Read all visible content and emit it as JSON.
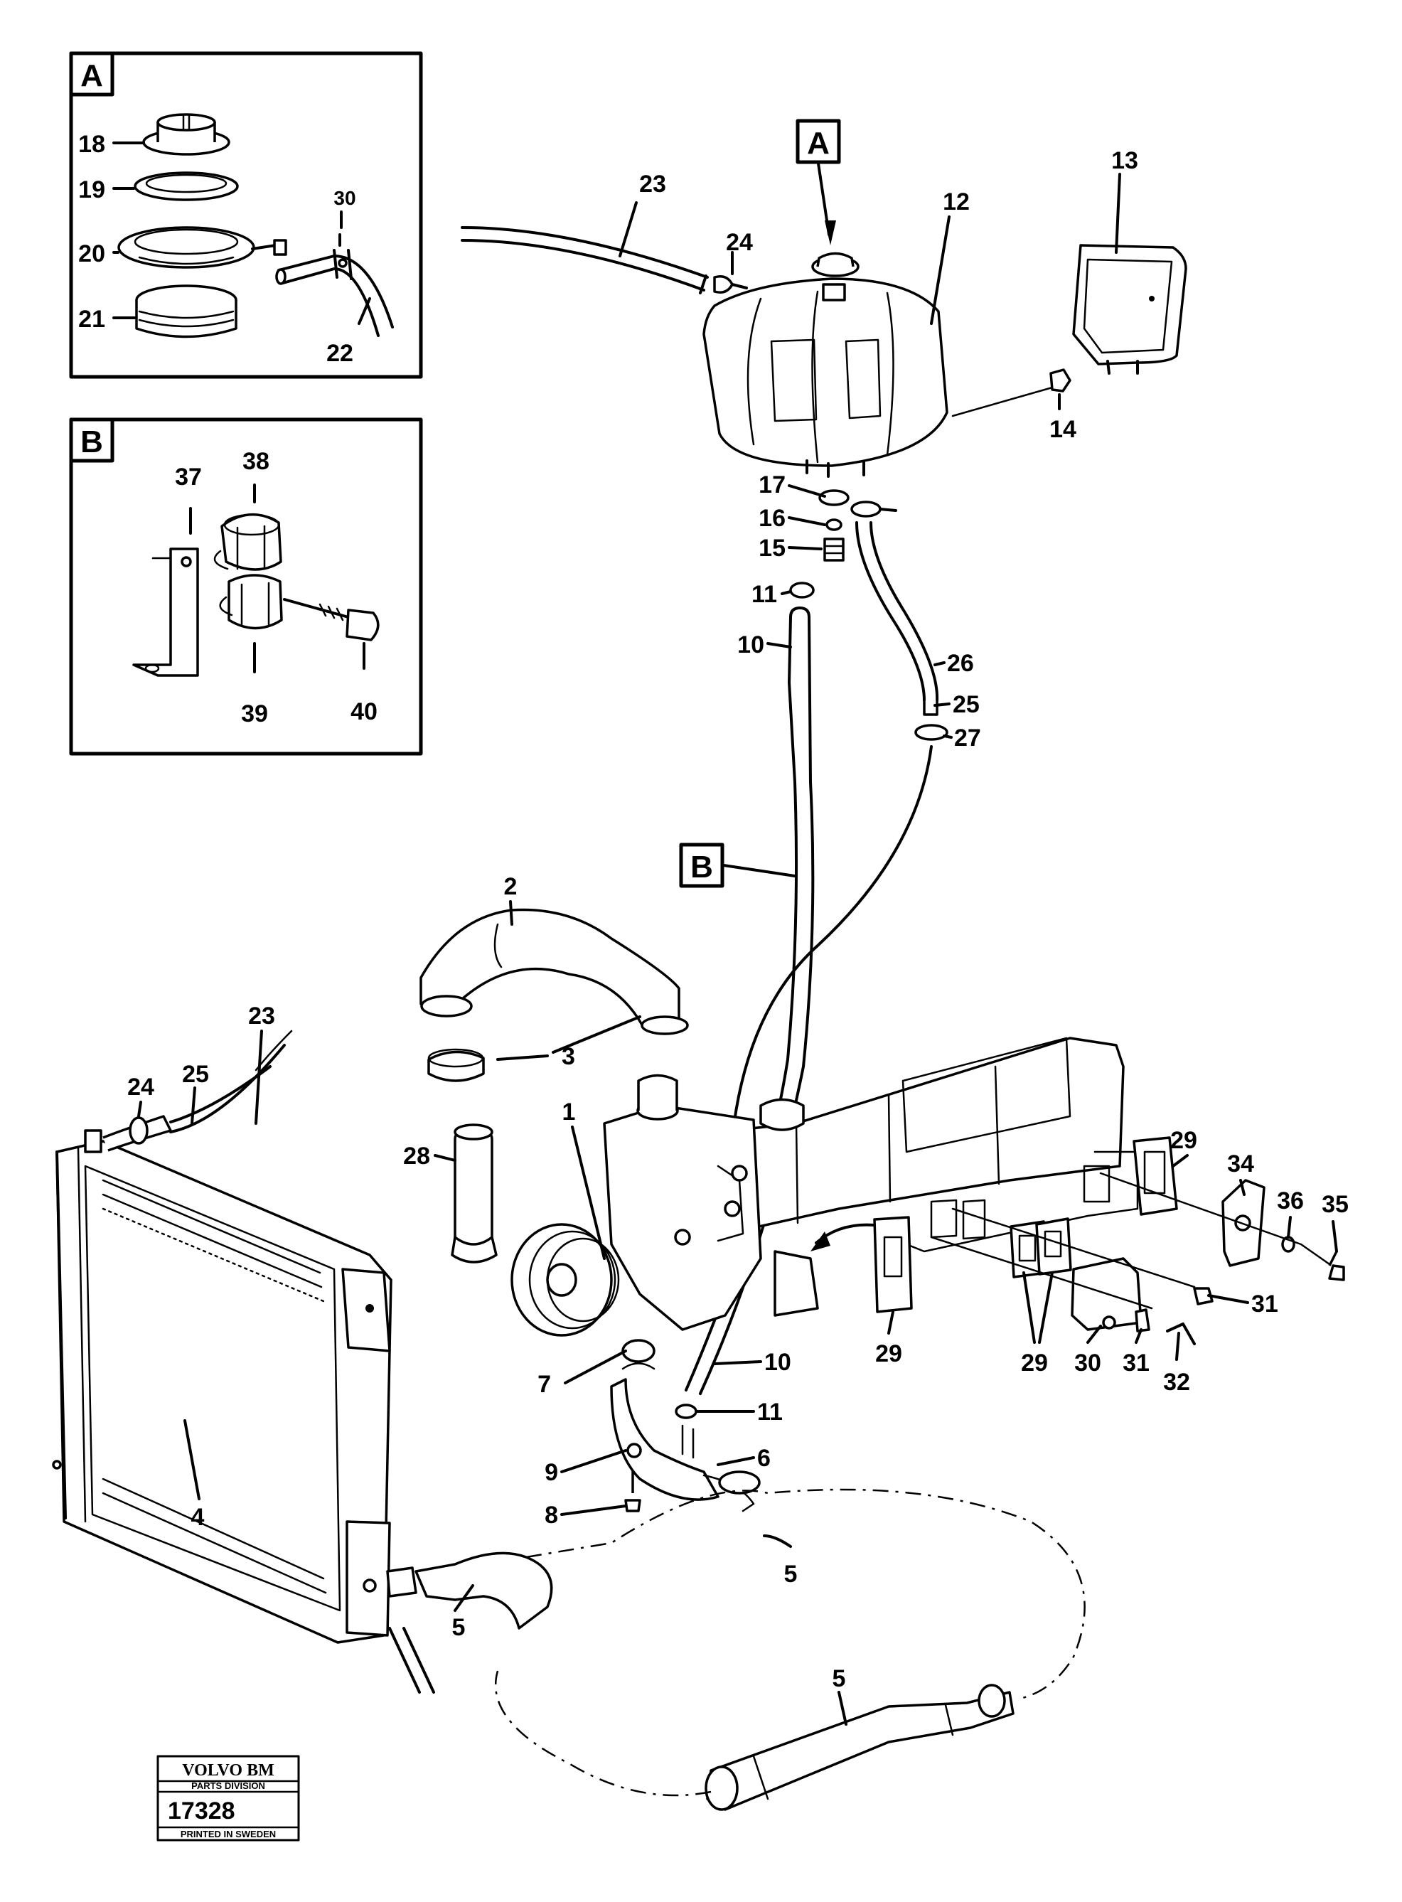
{
  "diagram": {
    "inset_a": {
      "letter": "A",
      "labels": {
        "p18": "18",
        "p19": "19",
        "p20": "20",
        "p21": "21",
        "p22": "22",
        "p30": "30"
      }
    },
    "inset_b": {
      "letter": "B",
      "labels": {
        "p37": "37",
        "p38": "38",
        "p39": "39",
        "p40": "40"
      }
    },
    "callout_a": "A",
    "callout_b": "B",
    "labels": {
      "p1": "1",
      "p2": "2",
      "p3": "3",
      "p4": "4",
      "p5a": "5",
      "p5b": "5",
      "p5c": "5",
      "p6": "6",
      "p7": "7",
      "p8": "8",
      "p9": "9",
      "p10a": "10",
      "p10b": "10",
      "p11a": "11",
      "p11b": "11",
      "p12": "12",
      "p13": "13",
      "p14": "14",
      "p15": "15",
      "p16": "16",
      "p17": "17",
      "p23a": "23",
      "p23b": "23",
      "p24a": "24",
      "p24b": "24",
      "p25a": "25",
      "p25b": "25",
      "p26": "26",
      "p27": "27",
      "p28": "28",
      "p29a": "29",
      "p29b": "29",
      "p29c": "29",
      "p30": "30",
      "p31a": "31",
      "p31b": "31",
      "p32": "32",
      "p34": "34",
      "p35": "35",
      "p36": "36"
    },
    "stamp": {
      "brand": "VOLVO BM",
      "division": "PARTS DIVISION",
      "number": "17328",
      "printed": "PRINTED IN SWEDEN"
    }
  }
}
